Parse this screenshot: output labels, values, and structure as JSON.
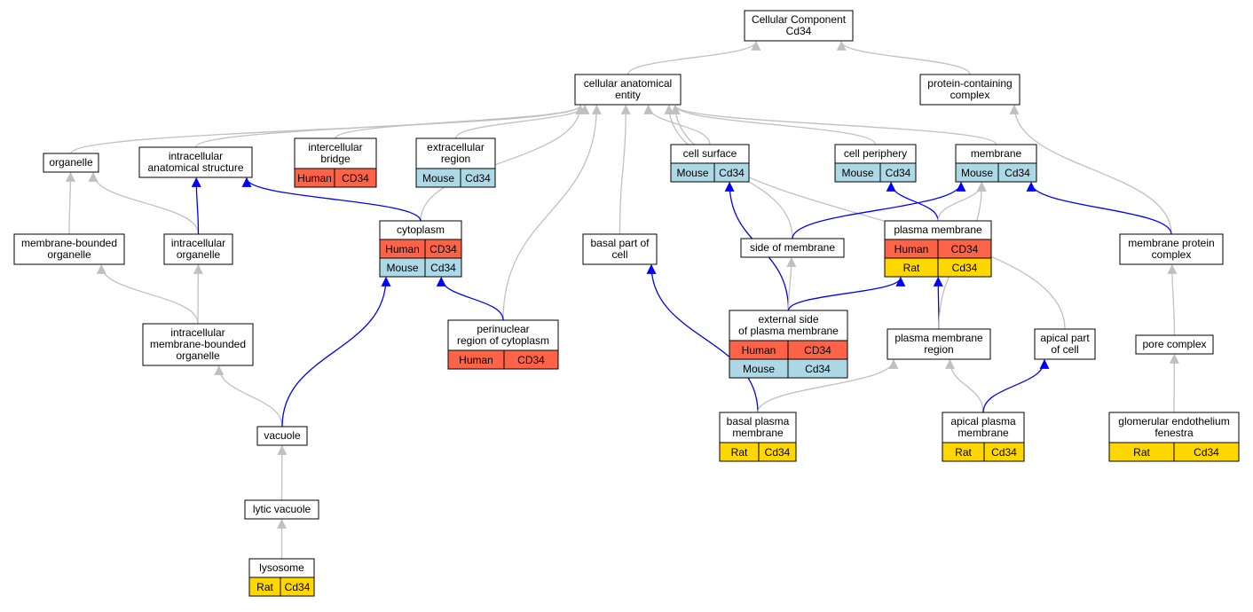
{
  "colors": {
    "Human": "#ff6347",
    "Mouse": "#add8e6",
    "Rat": "#ffd700",
    "gray_edge": "#c0c0c0",
    "blue_edge": "#0000ff"
  },
  "nodes": [
    {
      "id": "cc",
      "lines": [
        "Cellular Component",
        "Cd34"
      ],
      "rows": []
    },
    {
      "id": "cae",
      "lines": [
        "cellular anatomical",
        "entity"
      ],
      "rows": []
    },
    {
      "id": "pcc",
      "lines": [
        "protein-containing",
        "complex"
      ],
      "rows": []
    },
    {
      "id": "organelle",
      "lines": [
        "organelle"
      ],
      "rows": []
    },
    {
      "id": "ias",
      "lines": [
        "intracellular",
        "anatomical structure"
      ],
      "rows": []
    },
    {
      "id": "ib",
      "lines": [
        "intercellular",
        "bridge"
      ],
      "rows": [
        {
          "org": "Human",
          "gene": "CD34"
        }
      ]
    },
    {
      "id": "er",
      "lines": [
        "extracellular",
        "region"
      ],
      "rows": [
        {
          "org": "Mouse",
          "gene": "Cd34"
        }
      ]
    },
    {
      "id": "cs",
      "lines": [
        "cell surface"
      ],
      "rows": [
        {
          "org": "Mouse",
          "gene": "Cd34"
        }
      ]
    },
    {
      "id": "cp",
      "lines": [
        "cell periphery"
      ],
      "rows": [
        {
          "org": "Mouse",
          "gene": "Cd34"
        }
      ]
    },
    {
      "id": "mem",
      "lines": [
        "membrane"
      ],
      "rows": [
        {
          "org": "Mouse",
          "gene": "Cd34"
        }
      ]
    },
    {
      "id": "mbo",
      "lines": [
        "membrane-bounded",
        "organelle"
      ],
      "rows": []
    },
    {
      "id": "io",
      "lines": [
        "intracellular",
        "organelle"
      ],
      "rows": []
    },
    {
      "id": "cyto",
      "lines": [
        "cytoplasm"
      ],
      "rows": [
        {
          "org": "Human",
          "gene": "CD34"
        },
        {
          "org": "Mouse",
          "gene": "Cd34"
        }
      ]
    },
    {
      "id": "bpc",
      "lines": [
        "basal part of",
        "cell"
      ],
      "rows": []
    },
    {
      "id": "som",
      "lines": [
        "side of membrane"
      ],
      "rows": []
    },
    {
      "id": "pm",
      "lines": [
        "plasma membrane"
      ],
      "rows": [
        {
          "org": "Human",
          "gene": "CD34"
        },
        {
          "org": "Rat",
          "gene": "Cd34"
        }
      ]
    },
    {
      "id": "mpc",
      "lines": [
        "membrane protein",
        "complex"
      ],
      "rows": []
    },
    {
      "id": "imbo",
      "lines": [
        "intracellular",
        "membrane-bounded",
        "organelle"
      ],
      "rows": []
    },
    {
      "id": "prc",
      "lines": [
        "perinuclear",
        "region of cytoplasm"
      ],
      "rows": [
        {
          "org": "Human",
          "gene": "CD34"
        }
      ]
    },
    {
      "id": "espm",
      "lines": [
        "external side",
        "of plasma membrane"
      ],
      "rows": [
        {
          "org": "Human",
          "gene": "CD34"
        },
        {
          "org": "Mouse",
          "gene": "Cd34"
        }
      ]
    },
    {
      "id": "pmr",
      "lines": [
        "plasma membrane",
        "region"
      ],
      "rows": []
    },
    {
      "id": "apc",
      "lines": [
        "apical part",
        "of cell"
      ],
      "rows": []
    },
    {
      "id": "porec",
      "lines": [
        "pore complex"
      ],
      "rows": []
    },
    {
      "id": "vac",
      "lines": [
        "vacuole"
      ],
      "rows": []
    },
    {
      "id": "bpm",
      "lines": [
        "basal plasma",
        "membrane"
      ],
      "rows": [
        {
          "org": "Rat",
          "gene": "Cd34"
        }
      ]
    },
    {
      "id": "apm",
      "lines": [
        "apical plasma",
        "membrane"
      ],
      "rows": [
        {
          "org": "Rat",
          "gene": "Cd34"
        }
      ]
    },
    {
      "id": "gef",
      "lines": [
        "glomerular endothelium",
        "fenestra"
      ],
      "rows": [
        {
          "org": "Rat",
          "gene": "Cd34"
        }
      ]
    },
    {
      "id": "lv",
      "lines": [
        "lytic vacuole"
      ],
      "rows": []
    },
    {
      "id": "lys",
      "lines": [
        "lysosome"
      ],
      "rows": [
        {
          "org": "Rat",
          "gene": "Cd34"
        }
      ]
    }
  ],
  "edges": [
    {
      "from": "cae",
      "to": "cc",
      "kind": "gray"
    },
    {
      "from": "pcc",
      "to": "cc",
      "kind": "gray"
    },
    {
      "from": "organelle",
      "to": "cae",
      "kind": "gray"
    },
    {
      "from": "ias",
      "to": "cae",
      "kind": "gray"
    },
    {
      "from": "ib",
      "to": "cae",
      "kind": "gray"
    },
    {
      "from": "er",
      "to": "cae",
      "kind": "gray"
    },
    {
      "from": "cyto",
      "to": "cae",
      "kind": "gray"
    },
    {
      "from": "prc",
      "to": "cae",
      "kind": "gray"
    },
    {
      "from": "bpc",
      "to": "cae",
      "kind": "gray"
    },
    {
      "from": "cs",
      "to": "cae",
      "kind": "gray"
    },
    {
      "from": "som",
      "to": "cae",
      "kind": "gray"
    },
    {
      "from": "cp",
      "to": "cae",
      "kind": "gray"
    },
    {
      "from": "mem",
      "to": "cae",
      "kind": "gray"
    },
    {
      "from": "apc",
      "to": "cae",
      "kind": "gray"
    },
    {
      "from": "mpc",
      "to": "pcc",
      "kind": "gray"
    },
    {
      "from": "mbo",
      "to": "organelle",
      "kind": "gray"
    },
    {
      "from": "io",
      "to": "organelle",
      "kind": "gray"
    },
    {
      "from": "io",
      "to": "ias",
      "kind": "blue"
    },
    {
      "from": "cyto",
      "to": "ias",
      "kind": "blue"
    },
    {
      "from": "imbo",
      "to": "mbo",
      "kind": "gray"
    },
    {
      "from": "imbo",
      "to": "io",
      "kind": "gray"
    },
    {
      "from": "vac",
      "to": "imbo",
      "kind": "gray"
    },
    {
      "from": "vac",
      "to": "cyto",
      "kind": "blue"
    },
    {
      "from": "prc",
      "to": "cyto",
      "kind": "blue"
    },
    {
      "from": "lv",
      "to": "vac",
      "kind": "gray"
    },
    {
      "from": "lys",
      "to": "lv",
      "kind": "gray"
    },
    {
      "from": "espm",
      "to": "cs",
      "kind": "blue"
    },
    {
      "from": "espm",
      "to": "som",
      "kind": "gray"
    },
    {
      "from": "espm",
      "to": "pm",
      "kind": "blue"
    },
    {
      "from": "som",
      "to": "mem",
      "kind": "blue"
    },
    {
      "from": "pm",
      "to": "cp",
      "kind": "blue"
    },
    {
      "from": "pm",
      "to": "mem",
      "kind": "gray"
    },
    {
      "from": "mpc",
      "to": "mem",
      "kind": "blue"
    },
    {
      "from": "pmr",
      "to": "pm",
      "kind": "blue"
    },
    {
      "from": "pmr",
      "to": "mem",
      "kind": "gray"
    },
    {
      "from": "bpm",
      "to": "bpc",
      "kind": "blue"
    },
    {
      "from": "bpm",
      "to": "pmr",
      "kind": "gray"
    },
    {
      "from": "apm",
      "to": "pmr",
      "kind": "gray"
    },
    {
      "from": "apm",
      "to": "apc",
      "kind": "blue"
    },
    {
      "from": "porec",
      "to": "mpc",
      "kind": "gray"
    },
    {
      "from": "gef",
      "to": "porec",
      "kind": "gray"
    }
  ]
}
